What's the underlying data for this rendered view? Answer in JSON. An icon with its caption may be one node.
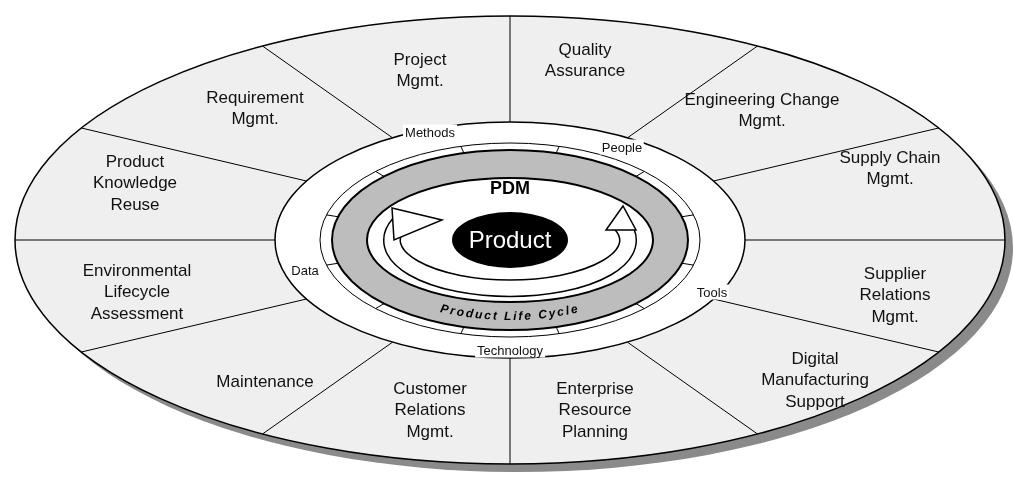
{
  "diagram": {
    "nodes": [
      {
        "text": [
          "Project Mgmt."
        ]
      },
      {
        "text": [
          "Quality Assurance"
        ]
      },
      {
        "text": [
          "Requirement Mgmt."
        ]
      },
      {
        "text": [
          "Engineering Change Mgmt."
        ]
      },
      {
        "text": [
          "Product Knowledge Reuse"
        ]
      },
      {
        "text": [
          "Supply Chain Mgmt."
        ]
      },
      {
        "text": [
          "PDM",
          "Product Life Cycle"
        ]
      },
      {
        "text": [
          "Product"
        ],
        "in": 6
      },
      {
        "text": [
          "Environmental Lifecycle Assessment"
        ]
      },
      {
        "text": [
          "Supplier Relations Mgmt."
        ]
      },
      {
        "text": [
          "Digital Manufacturing Support"
        ]
      },
      {
        "text": [
          "Maintenance"
        ]
      },
      {
        "text": [
          "Customer Relations Mgmt."
        ]
      },
      {
        "text": [
          "Enterprise Resource Planning"
        ]
      }
    ],
    "edges": [],
    "labels": [
      "Methods",
      "People",
      "Data",
      "Tools",
      "Technology"
    ]
  }
}
